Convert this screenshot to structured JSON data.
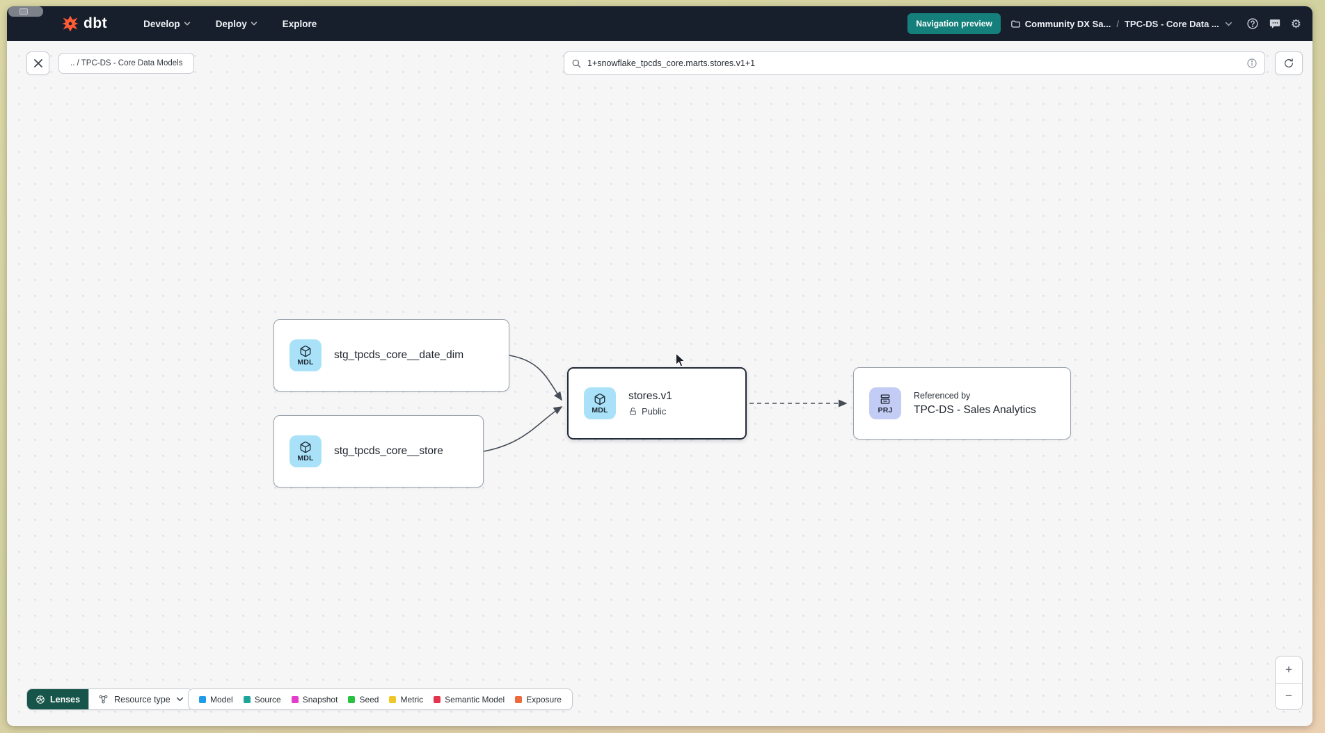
{
  "navbar": {
    "logo": "dbt",
    "menu": [
      {
        "label": "Develop"
      },
      {
        "label": "Deploy"
      },
      {
        "label": "Explore"
      }
    ],
    "preview_button": "Navigation preview",
    "breadcrumb": {
      "project": "Community DX Sa...",
      "separator": "/",
      "page": "TPC-DS - Core Data ..."
    },
    "gear_glyph": "⚙"
  },
  "toolbar": {
    "back_chip": ".. / TPC-DS - Core Data Models",
    "search_value": "1+snowflake_tpcds_core.marts.stores.v1+1"
  },
  "graph": {
    "nodes": {
      "date_dim": {
        "badge": "MDL",
        "label": "stg_tpcds_core__date_dim"
      },
      "store": {
        "badge": "MDL",
        "label": "stg_tpcds_core__store"
      },
      "stores_v1": {
        "badge": "MDL",
        "label": "stores.v1",
        "access": "Public"
      },
      "sales_analytics": {
        "badge": "PRJ",
        "title": "Referenced by",
        "label": "TPC-DS - Sales Analytics"
      }
    }
  },
  "footer": {
    "lenses": "Lenses",
    "resource_type": "Resource type",
    "legend": [
      {
        "label": "Model",
        "color": "#1f9be8"
      },
      {
        "label": "Source",
        "color": "#1ea59a"
      },
      {
        "label": "Snapshot",
        "color": "#e23ecb"
      },
      {
        "label": "Seed",
        "color": "#27c240"
      },
      {
        "label": "Metric",
        "color": "#f0c728"
      },
      {
        "label": "Semantic Model",
        "color": "#e3344e"
      },
      {
        "label": "Exposure",
        "color": "#ed6a3c"
      }
    ]
  },
  "zoom_controls": {
    "zoom_in": "+",
    "zoom_out": "−"
  },
  "colors": {
    "navbar_bg": "#171f2d",
    "accent_teal": "#15807b",
    "lenses_green": "#175449",
    "model_badge": "#a9e2f8",
    "project_badge": "#c3ccf4"
  }
}
